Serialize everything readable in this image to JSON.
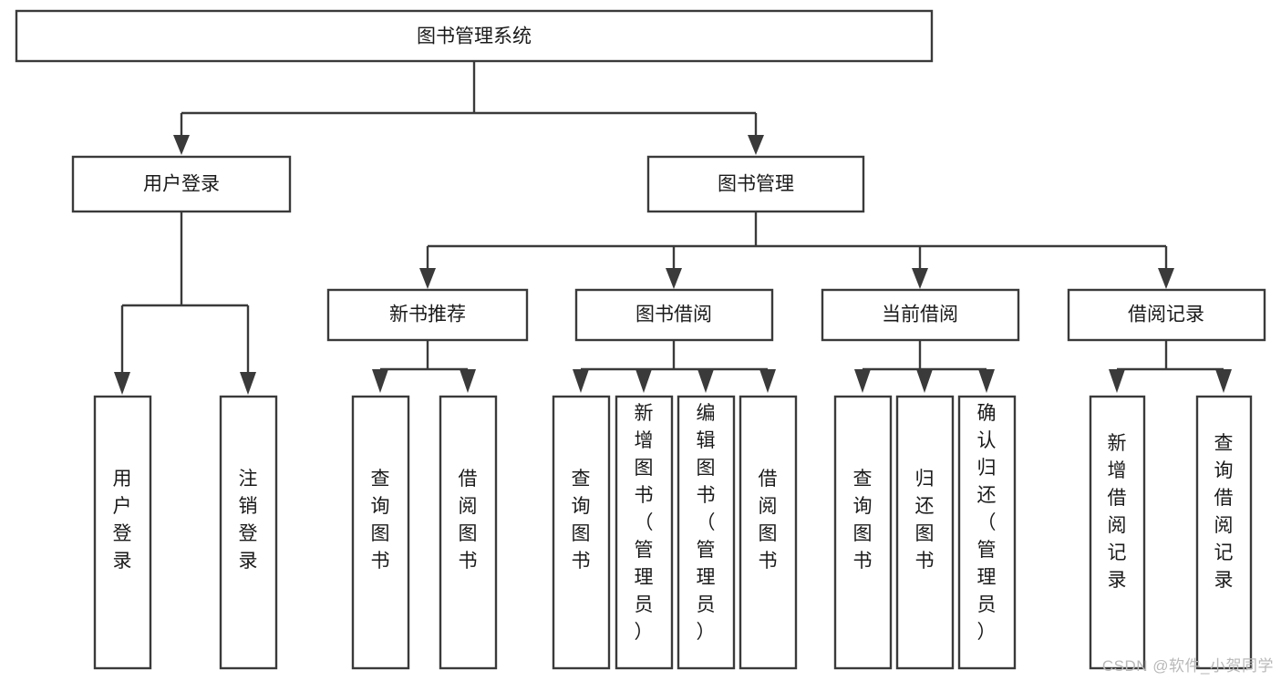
{
  "diagram": {
    "type": "tree-hierarchy",
    "orientation": "top-down",
    "root": {
      "id": "root",
      "label": "图书管理系统",
      "text_direction": "horizontal"
    },
    "level2": [
      {
        "id": "user-login",
        "label": "用户登录",
        "text_direction": "horizontal"
      },
      {
        "id": "book-manage",
        "label": "图书管理",
        "text_direction": "horizontal"
      }
    ],
    "level3": [
      {
        "id": "new-book-recommend",
        "label": "新书推荐",
        "parent": "book-manage",
        "text_direction": "horizontal"
      },
      {
        "id": "book-borrow",
        "label": "图书借阅",
        "parent": "book-manage",
        "text_direction": "horizontal"
      },
      {
        "id": "current-borrow",
        "label": "当前借阅",
        "parent": "book-manage",
        "text_direction": "horizontal"
      },
      {
        "id": "borrow-record",
        "label": "借阅记录",
        "parent": "book-manage",
        "text_direction": "horizontal"
      }
    ],
    "leaves": [
      {
        "id": "leaf-user-login",
        "label": "用户登录",
        "parent": "user-login",
        "text_direction": "vertical"
      },
      {
        "id": "leaf-logout-login",
        "label": "注销登录",
        "parent": "user-login",
        "text_direction": "vertical"
      },
      {
        "id": "leaf-query-book-1",
        "label": "查询图书",
        "parent": "new-book-recommend",
        "text_direction": "vertical"
      },
      {
        "id": "leaf-borrow-book-1",
        "label": "借阅图书",
        "parent": "new-book-recommend",
        "text_direction": "vertical"
      },
      {
        "id": "leaf-query-book-2",
        "label": "查询图书",
        "parent": "book-borrow",
        "text_direction": "vertical"
      },
      {
        "id": "leaf-add-book",
        "label": "新增图书（管理员）",
        "parent": "book-borrow",
        "text_direction": "vertical"
      },
      {
        "id": "leaf-edit-book",
        "label": "编辑图书（管理员）",
        "parent": "book-borrow",
        "text_direction": "vertical"
      },
      {
        "id": "leaf-borrow-book-2",
        "label": "借阅图书",
        "parent": "book-borrow",
        "text_direction": "vertical"
      },
      {
        "id": "leaf-query-book-3",
        "label": "查询图书",
        "parent": "current-borrow",
        "text_direction": "vertical"
      },
      {
        "id": "leaf-return-book",
        "label": "归还图书",
        "parent": "current-borrow",
        "text_direction": "vertical"
      },
      {
        "id": "leaf-confirm-return",
        "label": "确认归还（管理员）",
        "parent": "current-borrow",
        "text_direction": "vertical"
      },
      {
        "id": "leaf-add-record",
        "label": "新增借阅记录",
        "parent": "borrow-record",
        "text_direction": "vertical"
      },
      {
        "id": "leaf-query-record",
        "label": "查询借阅记录",
        "parent": "borrow-record",
        "text_direction": "vertical"
      }
    ],
    "colors": {
      "box_stroke": "#3a3a3a",
      "box_fill": "#ffffff",
      "connector": "#3a3a3a",
      "text": "#1a1a1a",
      "background": "#ffffff",
      "watermark": "#b9b9b9"
    }
  },
  "watermark": {
    "text": "CSDN @软件_小贺同学"
  }
}
